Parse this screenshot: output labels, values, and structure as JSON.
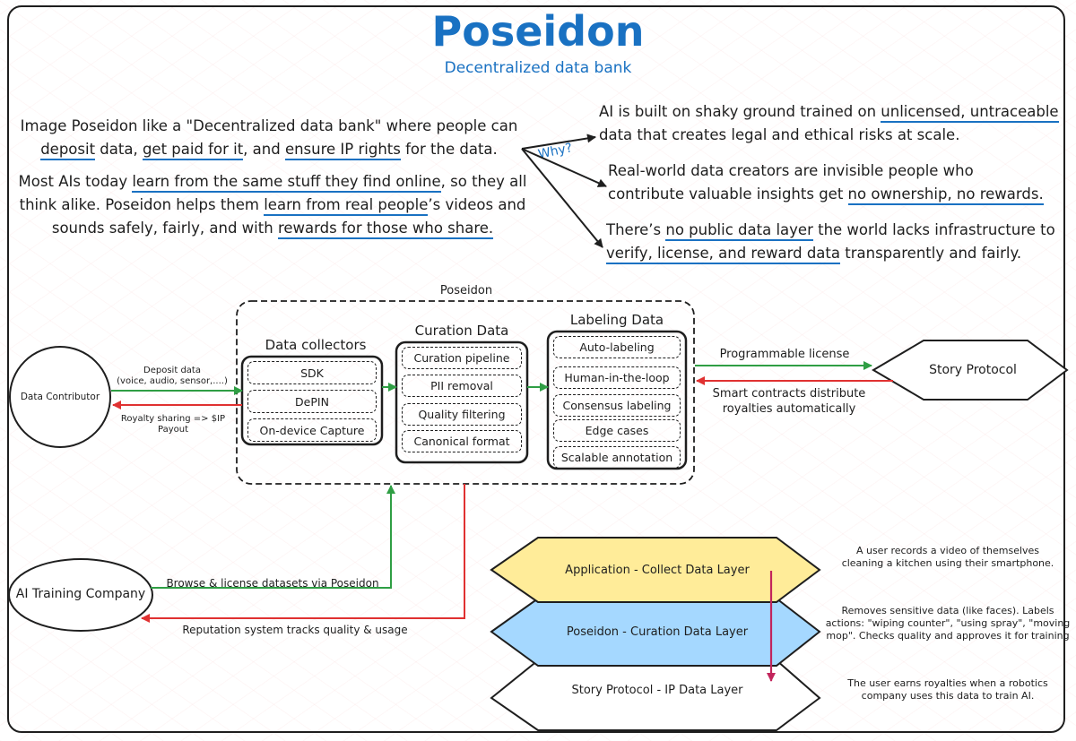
{
  "header": {
    "title": "Poseidon",
    "subtitle": "Decentralized data bank"
  },
  "intro": {
    "line1": "Image Poseidon like a \"Decentralized data bank\" where people can",
    "line2a": "deposit",
    "line2b": " data, ",
    "line2c": "get paid for it",
    "line2d": ", and ",
    "line2e": "ensure IP rights",
    "line2f": " for the data.",
    "p2_1a": "Most AIs today ",
    "p2_1b": "learn from the same stuff they find online",
    "p2_1c": ", so they all",
    "p2_2a": "think alike. Poseidon helps them ",
    "p2_2b": "learn from real people",
    "p2_2c": "’s videos and",
    "p2_3a": "sounds safely, fairly, and with ",
    "p2_3b": "rewards for those who share."
  },
  "why_label": "Why?",
  "reasons": {
    "r1_1a": "AI is built on shaky ground trained on ",
    "r1_1b": "unlicensed, untraceable",
    "r1_2": "data that creates legal and ethical risks at scale.",
    "r2_1": "Real-world data creators are invisible people who",
    "r2_2a": "contribute valuable insights get ",
    "r2_2b": "no ownership, no rewards.",
    "r3_1a": "There’s ",
    "r3_1b": "no public data layer",
    "r3_1c": " the world lacks infrastructure to",
    "r3_2a": "verify, license, and reward data",
    "r3_2b": " transparently and fairly."
  },
  "system": {
    "name": "Poseidon",
    "collectors": {
      "title": "Data collectors",
      "items": [
        "SDK",
        "DePIN",
        "On-device Capture"
      ]
    },
    "curation": {
      "title": "Curation Data",
      "items": [
        "Curation pipeline",
        "PII removal",
        "Quality filtering",
        "Canonical format"
      ]
    },
    "labeling": {
      "title": "Labeling Data",
      "items": [
        "Auto-labeling",
        "Human-in-the-loop",
        "Consensus labeling",
        "Edge cases",
        "Scalable annotation"
      ]
    }
  },
  "nodes": {
    "contributor": "Data Contributor",
    "story": "Story Protocol",
    "ai_company": "AI Training Company"
  },
  "flows": {
    "deposit_1": "Deposit data",
    "deposit_2": "(voice, audio, sensor,....)",
    "royalty": "Royalty sharing => $IP Payout",
    "license": "Programmable license",
    "smart_1": "Smart contracts distribute",
    "smart_2": "royalties automatically",
    "browse": "Browse & license datasets via Poseidon",
    "reputation": "Reputation system tracks quality & usage"
  },
  "layers": {
    "app": "Application - Collect Data Layer",
    "curation": "Poseidon - Curation Data Layer",
    "story": "Story Protocol - IP Data Layer"
  },
  "annotations": {
    "a1_1": "A user records a video of themselves",
    "a1_2": "cleaning a kitchen using their smartphone.",
    "a2_1": "Removes sensitive data (like faces). Labels",
    "a2_2": "actions: \"wiping counter\", \"using spray\", \"moving",
    "a2_3": "mop\". Checks quality and approves it for training",
    "a3_1": "The user earns royalties when a robotics",
    "a3_2": "company uses this data to train AI."
  },
  "colors": {
    "accent_blue": "#1971c2",
    "arrow_green": "#2f9e44",
    "arrow_red": "#e03131",
    "layer_yellow": "#ffec99",
    "layer_blue": "#a5d8ff",
    "layer_arrow": "#c2255c"
  }
}
